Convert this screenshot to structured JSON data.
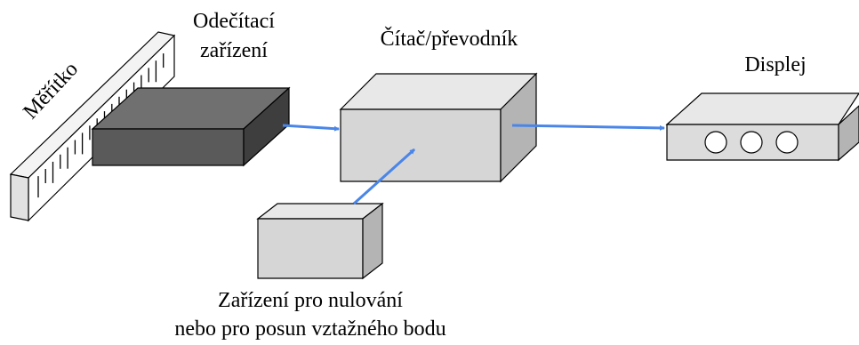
{
  "labels": {
    "scale": "Měřítko",
    "reader_line1": "Odečítací",
    "reader_line2": "zařízení",
    "counter": "Čítač/převodník",
    "display": "Displej",
    "reset_line1": "Zařízení pro nulování",
    "reset_line2": "nebo pro posun vztažného bodu"
  },
  "colors": {
    "arrow": "#4a86e8",
    "reader_top": "#707070",
    "reader_front": "#5a5a5a",
    "reader_side": "#3e3e3e",
    "box_front": "#d6d6d6",
    "box_top": "#e8e8e8",
    "box_side": "#b4b4b4",
    "outline": "#000000"
  },
  "display": {
    "indicator_count": 3
  }
}
